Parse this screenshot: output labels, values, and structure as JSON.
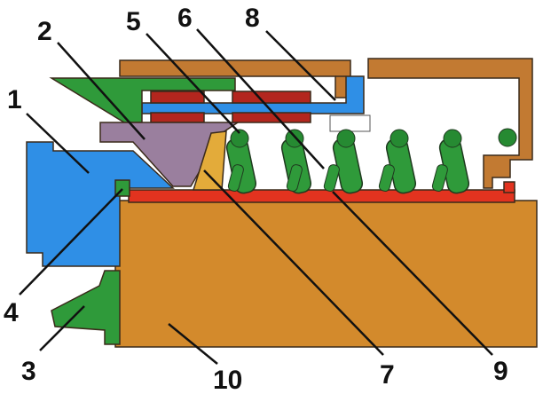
{
  "diagram": {
    "labels": [
      "1",
      "2",
      "3",
      "4",
      "5",
      "6",
      "7",
      "8",
      "9",
      "10"
    ],
    "colors": {
      "body": "#d38a2c",
      "frame": "#c27a32",
      "red_strip": "#e2331f",
      "blue": "#2f8fe6",
      "green": "#2f9a3a",
      "purple": "#9a7f9e",
      "yellow": "#e3ab3a",
      "coil": "#b3261e"
    }
  }
}
